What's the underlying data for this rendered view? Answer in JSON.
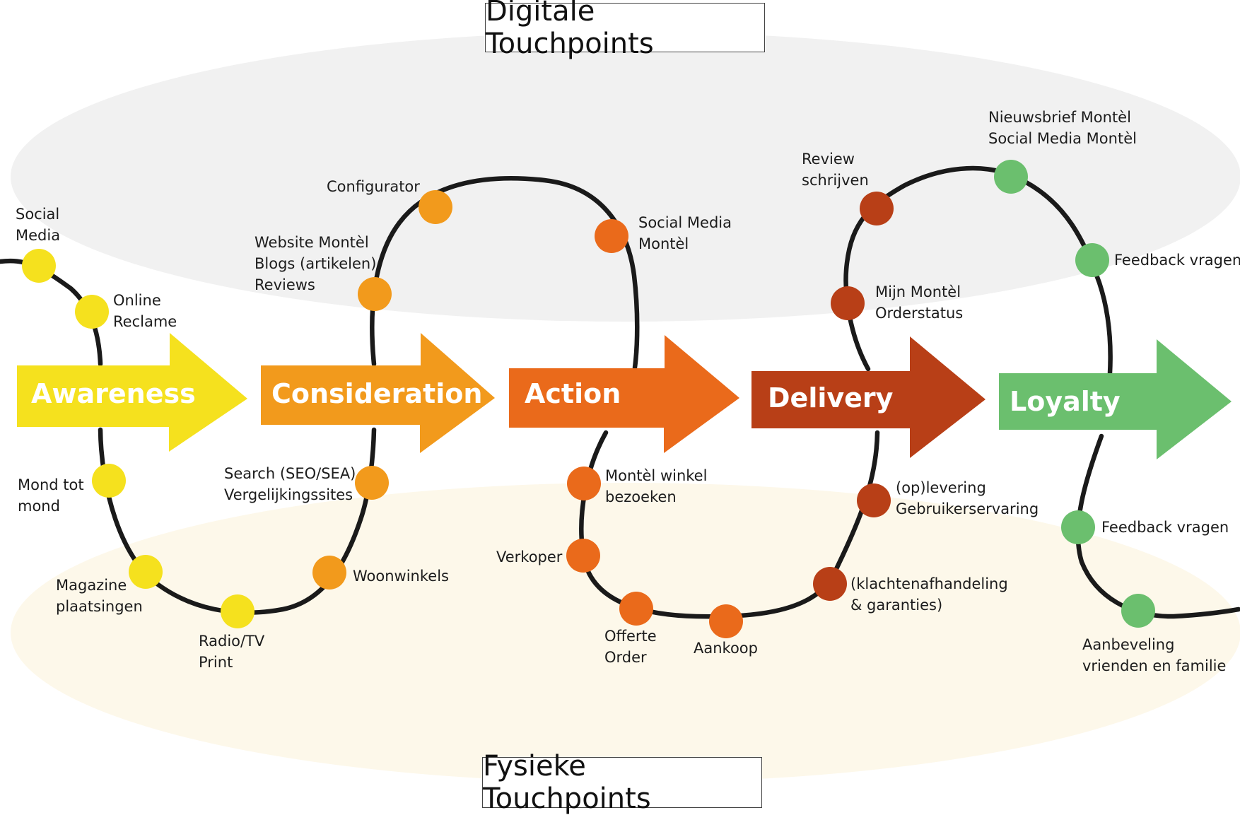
{
  "titles": {
    "digital": "Digitale Touchpoints",
    "physical": "Fysieke Touchpoints"
  },
  "phases": [
    {
      "label": "Awareness",
      "color": "#f5e11e"
    },
    {
      "label": "Consideration",
      "color": "#f29a1c"
    },
    {
      "label": "Action",
      "color": "#ea6a1b"
    },
    {
      "label": "Delivery",
      "color": "#b83f17"
    },
    {
      "label": "Loyalty",
      "color": "#6bbf6e"
    }
  ],
  "touchpoints": {
    "social_media": "Social\nMedia",
    "online_reclame": "Online\nReclame",
    "mond_tot_mond": "Mond tot\nmond",
    "magazine": "Magazine\nplaatsingen",
    "radio_tv": "Radio/TV\nPrint",
    "configurator": "Configurator",
    "website": "Website Montèl\nBlogs (artikelen)\nReviews",
    "search": "Search (SEO/SEA)\nVergelijkingssites",
    "woonwinkels": "Woonwinkels",
    "social_media_montel": "Social Media\nMontèl",
    "winkel_bezoeken": "Montèl winkel\nbezoeken",
    "verkoper": "Verkoper",
    "offerte": "Offerte\nOrder",
    "aankoop": "Aankoop",
    "review": "Review\nschrijven",
    "mijn_montel": "Mijn Montèl\nOrderstatus",
    "oplevering": "(op)levering\nGebruikerservaring",
    "klachten": "(klachtenafhandeling\n& garanties)",
    "nieuwsbrief": "Nieuwsbrief Montèl\nSocial Media Montèl",
    "feedback_digital": "Feedback vragen",
    "feedback_physical": "Feedback vragen",
    "aanbeveling": "Aanbeveling\nvrienden en familie"
  },
  "colors": {
    "digital_zone": "#f1f1f1",
    "physical_zone": "#fdf8ea",
    "path": "#1a1a1a"
  }
}
